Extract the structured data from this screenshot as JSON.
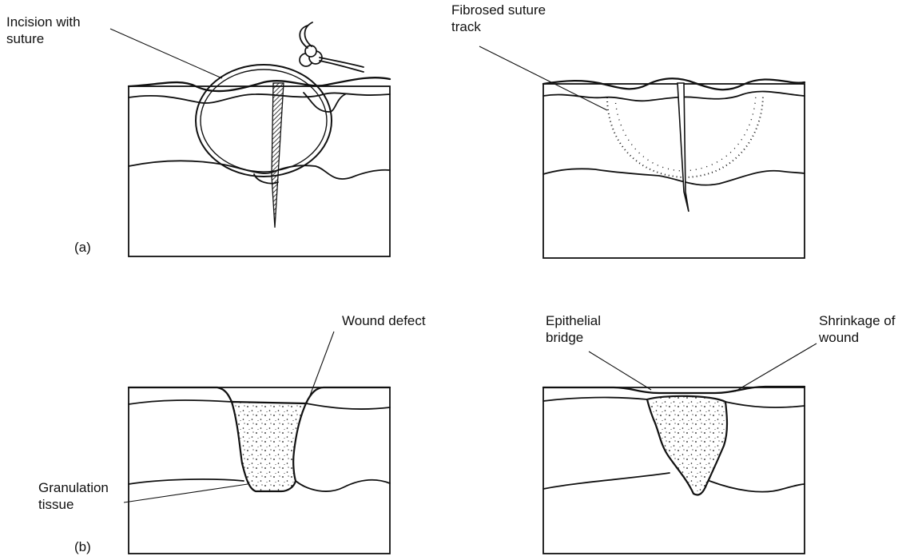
{
  "panel_a": {
    "label": "(a)",
    "left_annotation": [
      "Incision with",
      "suture"
    ],
    "right_annotation": [
      "Fibrosed suture",
      "track"
    ]
  },
  "panel_b": {
    "label": "(b)",
    "wound_defect": "Wound defect",
    "granulation": [
      "Granulation",
      "tissue"
    ],
    "epithelial": [
      "Epithelial",
      "bridge"
    ],
    "shrinkage": [
      "Shrinkage of",
      "wound"
    ]
  }
}
